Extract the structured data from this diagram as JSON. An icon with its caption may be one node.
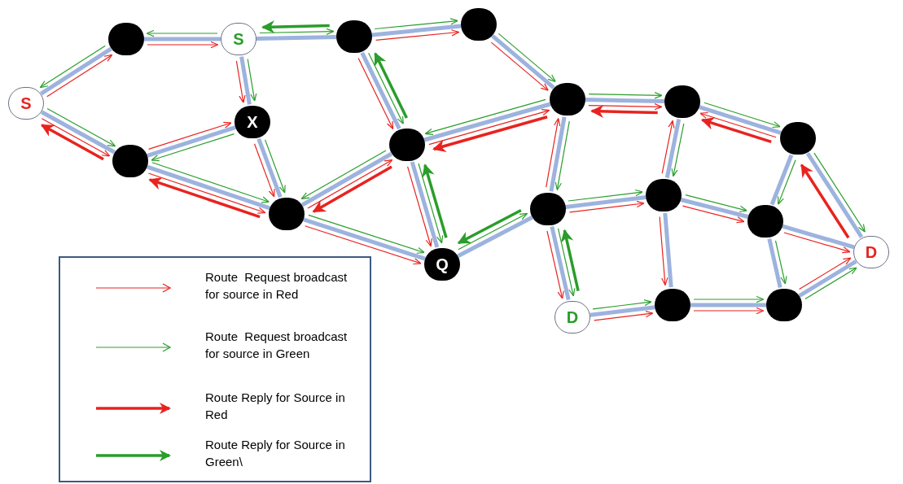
{
  "diagram": {
    "nodes": [
      {
        "text": [
          "S"
        ]
      },
      {
        "text": [],
        "shape": "circle"
      },
      {
        "text": [
          "S"
        ]
      },
      {
        "text": [],
        "shape": "circle"
      },
      {
        "text": [],
        "shape": "circle"
      },
      {
        "text": [
          "X"
        ]
      },
      {
        "text": [],
        "shape": "circle"
      },
      {
        "text": [],
        "shape": "circle"
      },
      {
        "text": [],
        "shape": "circle"
      },
      {
        "text": [
          "Q"
        ]
      },
      {
        "text": [],
        "shape": "circle"
      },
      {
        "text": [],
        "shape": "circle"
      },
      {
        "text": [],
        "shape": "circle"
      },
      {
        "text": [],
        "shape": "circle"
      },
      {
        "text": [],
        "shape": "circle"
      },
      {
        "text": [],
        "shape": "circle"
      },
      {
        "text": [
          "D"
        ]
      },
      {
        "text": [
          "D"
        ]
      },
      {
        "text": [],
        "shape": "circle"
      },
      {
        "text": [],
        "shape": "circle"
      }
    ],
    "edges": [
      {
        "from": 0,
        "to": 1,
        "arrow": "none",
        "style": "thick",
        "color": "#9db3de"
      },
      {
        "from": 0,
        "to": 6,
        "arrow": "none",
        "style": "thick",
        "color": "#9db3de"
      },
      {
        "from": 1,
        "to": 2,
        "arrow": "none",
        "style": "thick",
        "color": "#9db3de"
      },
      {
        "from": 2,
        "to": 3,
        "arrow": "none",
        "style": "thick",
        "color": "#9db3de"
      },
      {
        "from": 3,
        "to": 4,
        "arrow": "none",
        "style": "thick",
        "color": "#9db3de"
      },
      {
        "from": 2,
        "to": 5,
        "arrow": "none",
        "style": "thick",
        "color": "#9db3de"
      },
      {
        "from": 5,
        "to": 6,
        "arrow": "none",
        "style": "thick",
        "color": "#9db3de"
      },
      {
        "from": 5,
        "to": 7,
        "arrow": "none",
        "style": "thick",
        "color": "#9db3de"
      },
      {
        "from": 6,
        "to": 7,
        "arrow": "none",
        "style": "thick",
        "color": "#9db3de"
      },
      {
        "from": 3,
        "to": 8,
        "arrow": "none",
        "style": "thick",
        "color": "#9db3de"
      },
      {
        "from": 4,
        "to": 10,
        "arrow": "none",
        "style": "thick",
        "color": "#9db3de"
      },
      {
        "from": 7,
        "to": 8,
        "arrow": "none",
        "style": "thick",
        "color": "#9db3de"
      },
      {
        "from": 7,
        "to": 9,
        "arrow": "none",
        "style": "thick",
        "color": "#9db3de"
      },
      {
        "from": 8,
        "to": 9,
        "arrow": "none",
        "style": "thick",
        "color": "#9db3de"
      },
      {
        "from": 8,
        "to": 10,
        "arrow": "none",
        "style": "thick",
        "color": "#9db3de"
      },
      {
        "from": 9,
        "to": 13,
        "arrow": "none",
        "style": "thick",
        "color": "#9db3de"
      },
      {
        "from": 10,
        "to": 11,
        "arrow": "none",
        "style": "thick",
        "color": "#9db3de"
      },
      {
        "from": 10,
        "to": 13,
        "arrow": "none",
        "style": "thick",
        "color": "#9db3de"
      },
      {
        "from": 11,
        "to": 12,
        "arrow": "none",
        "style": "thick",
        "color": "#9db3de"
      },
      {
        "from": 11,
        "to": 14,
        "arrow": "none",
        "style": "thick",
        "color": "#9db3de"
      },
      {
        "from": 12,
        "to": 15,
        "arrow": "none",
        "style": "thick",
        "color": "#9db3de"
      },
      {
        "from": 12,
        "to": 16,
        "arrow": "none",
        "style": "thick",
        "color": "#9db3de"
      },
      {
        "from": 13,
        "to": 14,
        "arrow": "none",
        "style": "thick",
        "color": "#9db3de"
      },
      {
        "from": 13,
        "to": 17,
        "arrow": "none",
        "style": "thick",
        "color": "#9db3de"
      },
      {
        "from": 14,
        "to": 15,
        "arrow": "none",
        "style": "thick",
        "color": "#9db3de"
      },
      {
        "from": 14,
        "to": 18,
        "arrow": "none",
        "style": "thick",
        "color": "#9db3de"
      },
      {
        "from": 15,
        "to": 16,
        "arrow": "none",
        "style": "thick",
        "color": "#9db3de"
      },
      {
        "from": 15,
        "to": 19,
        "arrow": "none",
        "style": "thick",
        "color": "#9db3de"
      },
      {
        "from": 17,
        "to": 18,
        "arrow": "none",
        "style": "thick",
        "color": "#9db3de"
      },
      {
        "from": 18,
        "to": 19,
        "arrow": "none",
        "style": "thick",
        "color": "#9db3de"
      },
      {
        "from": 19,
        "to": 16,
        "arrow": "none",
        "style": "thick",
        "color": "#9db3de"
      },
      {
        "from": 0,
        "to": 1,
        "arrow": "to",
        "color": "#e8231f"
      },
      {
        "from": 1,
        "to": 0,
        "arrow": "to",
        "color": "#2a9d2a"
      },
      {
        "from": 0,
        "to": 6,
        "arrow": "to",
        "color": "#e8231f"
      },
      {
        "from": 0,
        "to": 6,
        "arrow": "to",
        "color": "#2a9d2a"
      },
      {
        "from": 1,
        "to": 2,
        "arrow": "to",
        "color": "#e8231f"
      },
      {
        "from": 2,
        "to": 1,
        "arrow": "to",
        "color": "#2a9d2a"
      },
      {
        "from": 2,
        "to": 3,
        "arrow": "to",
        "color": "#2a9d2a"
      },
      {
        "from": 2,
        "to": 5,
        "arrow": "to",
        "color": "#e8231f"
      },
      {
        "from": 2,
        "to": 5,
        "arrow": "to",
        "color": "#2a9d2a"
      },
      {
        "from": 6,
        "to": 5,
        "arrow": "to",
        "color": "#e8231f"
      },
      {
        "from": 5,
        "to": 6,
        "arrow": "to",
        "color": "#2a9d2a"
      },
      {
        "from": 5,
        "to": 7,
        "arrow": "to",
        "color": "#e8231f"
      },
      {
        "from": 5,
        "to": 7,
        "arrow": "to",
        "color": "#2a9d2a"
      },
      {
        "from": 6,
        "to": 7,
        "arrow": "to",
        "color": "#e8231f"
      },
      {
        "from": 6,
        "to": 7,
        "arrow": "to",
        "color": "#2a9d2a"
      },
      {
        "from": 3,
        "to": 4,
        "arrow": "to",
        "color": "#e8231f"
      },
      {
        "from": 3,
        "to": 4,
        "arrow": "to",
        "color": "#2a9d2a"
      },
      {
        "from": 3,
        "to": 8,
        "arrow": "to",
        "color": "#e8231f"
      },
      {
        "from": 3,
        "to": 8,
        "arrow": "to",
        "color": "#2a9d2a"
      },
      {
        "from": 4,
        "to": 10,
        "arrow": "to",
        "color": "#e8231f"
      },
      {
        "from": 4,
        "to": 10,
        "arrow": "to",
        "color": "#2a9d2a"
      },
      {
        "from": 7,
        "to": 8,
        "arrow": "to",
        "color": "#e8231f"
      },
      {
        "from": 8,
        "to": 7,
        "arrow": "to",
        "color": "#2a9d2a"
      },
      {
        "from": 7,
        "to": 9,
        "arrow": "to",
        "color": "#e8231f"
      },
      {
        "from": 7,
        "to": 9,
        "arrow": "to",
        "color": "#2a9d2a"
      },
      {
        "from": 8,
        "to": 9,
        "arrow": "to",
        "color": "#e8231f"
      },
      {
        "from": 8,
        "to": 9,
        "arrow": "to",
        "color": "#2a9d2a"
      },
      {
        "from": 8,
        "to": 10,
        "arrow": "to",
        "color": "#e8231f"
      },
      {
        "from": 10,
        "to": 8,
        "arrow": "to",
        "color": "#2a9d2a"
      },
      {
        "from": 9,
        "to": 13,
        "arrow": "to",
        "color": "#2a9d2a"
      },
      {
        "from": 10,
        "to": 11,
        "arrow": "to",
        "color": "#e8231f"
      },
      {
        "from": 10,
        "to": 11,
        "arrow": "to",
        "color": "#2a9d2a"
      },
      {
        "from": 13,
        "to": 10,
        "arrow": "to",
        "color": "#e8231f"
      },
      {
        "from": 10,
        "to": 13,
        "arrow": "to",
        "color": "#2a9d2a"
      },
      {
        "from": 12,
        "to": 11,
        "arrow": "to",
        "color": "#e8231f"
      },
      {
        "from": 11,
        "to": 12,
        "arrow": "to",
        "color": "#2a9d2a"
      },
      {
        "from": 14,
        "to": 11,
        "arrow": "to",
        "color": "#e8231f"
      },
      {
        "from": 11,
        "to": 14,
        "arrow": "to",
        "color": "#2a9d2a"
      },
      {
        "from": 12,
        "to": 15,
        "arrow": "to",
        "color": "#2a9d2a"
      },
      {
        "from": 12,
        "to": 16,
        "arrow": "to",
        "color": "#2a9d2a"
      },
      {
        "from": 13,
        "to": 14,
        "arrow": "to",
        "color": "#e8231f"
      },
      {
        "from": 13,
        "to": 14,
        "arrow": "to",
        "color": "#2a9d2a"
      },
      {
        "from": 13,
        "to": 17,
        "arrow": "to",
        "color": "#e8231f"
      },
      {
        "from": 13,
        "to": 17,
        "arrow": "to",
        "color": "#2a9d2a"
      },
      {
        "from": 14,
        "to": 15,
        "arrow": "to",
        "color": "#e8231f"
      },
      {
        "from": 14,
        "to": 15,
        "arrow": "to",
        "color": "#2a9d2a"
      },
      {
        "from": 14,
        "to": 18,
        "arrow": "to",
        "color": "#e8231f"
      },
      {
        "from": 15,
        "to": 16,
        "arrow": "to",
        "color": "#e8231f"
      },
      {
        "from": 15,
        "to": 19,
        "arrow": "to",
        "color": "#2a9d2a"
      },
      {
        "from": 17,
        "to": 18,
        "arrow": "to",
        "color": "#e8231f"
      },
      {
        "from": 17,
        "to": 18,
        "arrow": "to",
        "color": "#2a9d2a"
      },
      {
        "from": 18,
        "to": 19,
        "arrow": "to",
        "color": "#e8231f"
      },
      {
        "from": 18,
        "to": 19,
        "arrow": "to",
        "color": "#2a9d2a"
      },
      {
        "from": 19,
        "to": 16,
        "arrow": "to",
        "color": "#e8231f"
      },
      {
        "from": 19,
        "to": 16,
        "arrow": "to",
        "color": "#2a9d2a"
      },
      {
        "from": 6,
        "to": 0,
        "arrow": "to",
        "style": "thick",
        "color": "#e8231f"
      },
      {
        "from": 7,
        "to": 6,
        "arrow": "to",
        "style": "thick",
        "color": "#e8231f"
      },
      {
        "from": 8,
        "to": 7,
        "arrow": "to",
        "style": "thick",
        "color": "#e8231f"
      },
      {
        "from": 10,
        "to": 8,
        "arrow": "to",
        "style": "thick",
        "color": "#e8231f"
      },
      {
        "from": 11,
        "to": 10,
        "arrow": "to",
        "style": "thick",
        "color": "#e8231f"
      },
      {
        "from": 12,
        "to": 11,
        "arrow": "to",
        "style": "thick",
        "color": "#e8231f"
      },
      {
        "from": 16,
        "to": 12,
        "arrow": "to",
        "style": "thick",
        "color": "#e8231f"
      },
      {
        "from": 3,
        "to": 2,
        "arrow": "to",
        "style": "thick",
        "color": "#2a9d2a"
      },
      {
        "from": 8,
        "to": 3,
        "arrow": "to",
        "style": "thick",
        "color": "#2a9d2a"
      },
      {
        "from": 9,
        "to": 8,
        "arrow": "to",
        "style": "thick",
        "color": "#2a9d2a"
      },
      {
        "from": 13,
        "to": 9,
        "arrow": "to",
        "style": "thick",
        "color": "#2a9d2a"
      },
      {
        "from": 17,
        "to": 13,
        "arrow": "to",
        "style": "thick",
        "color": "#2a9d2a"
      }
    ],
    "legend": [
      {
        "text": "Route  Request broadcast for source in Red"
      },
      {
        "text": "Route  Request broadcast for source in Green"
      },
      {
        "text": "Route Reply for Source in Red"
      },
      {
        "text": "Route Reply for Source in Green\\"
      }
    ]
  }
}
